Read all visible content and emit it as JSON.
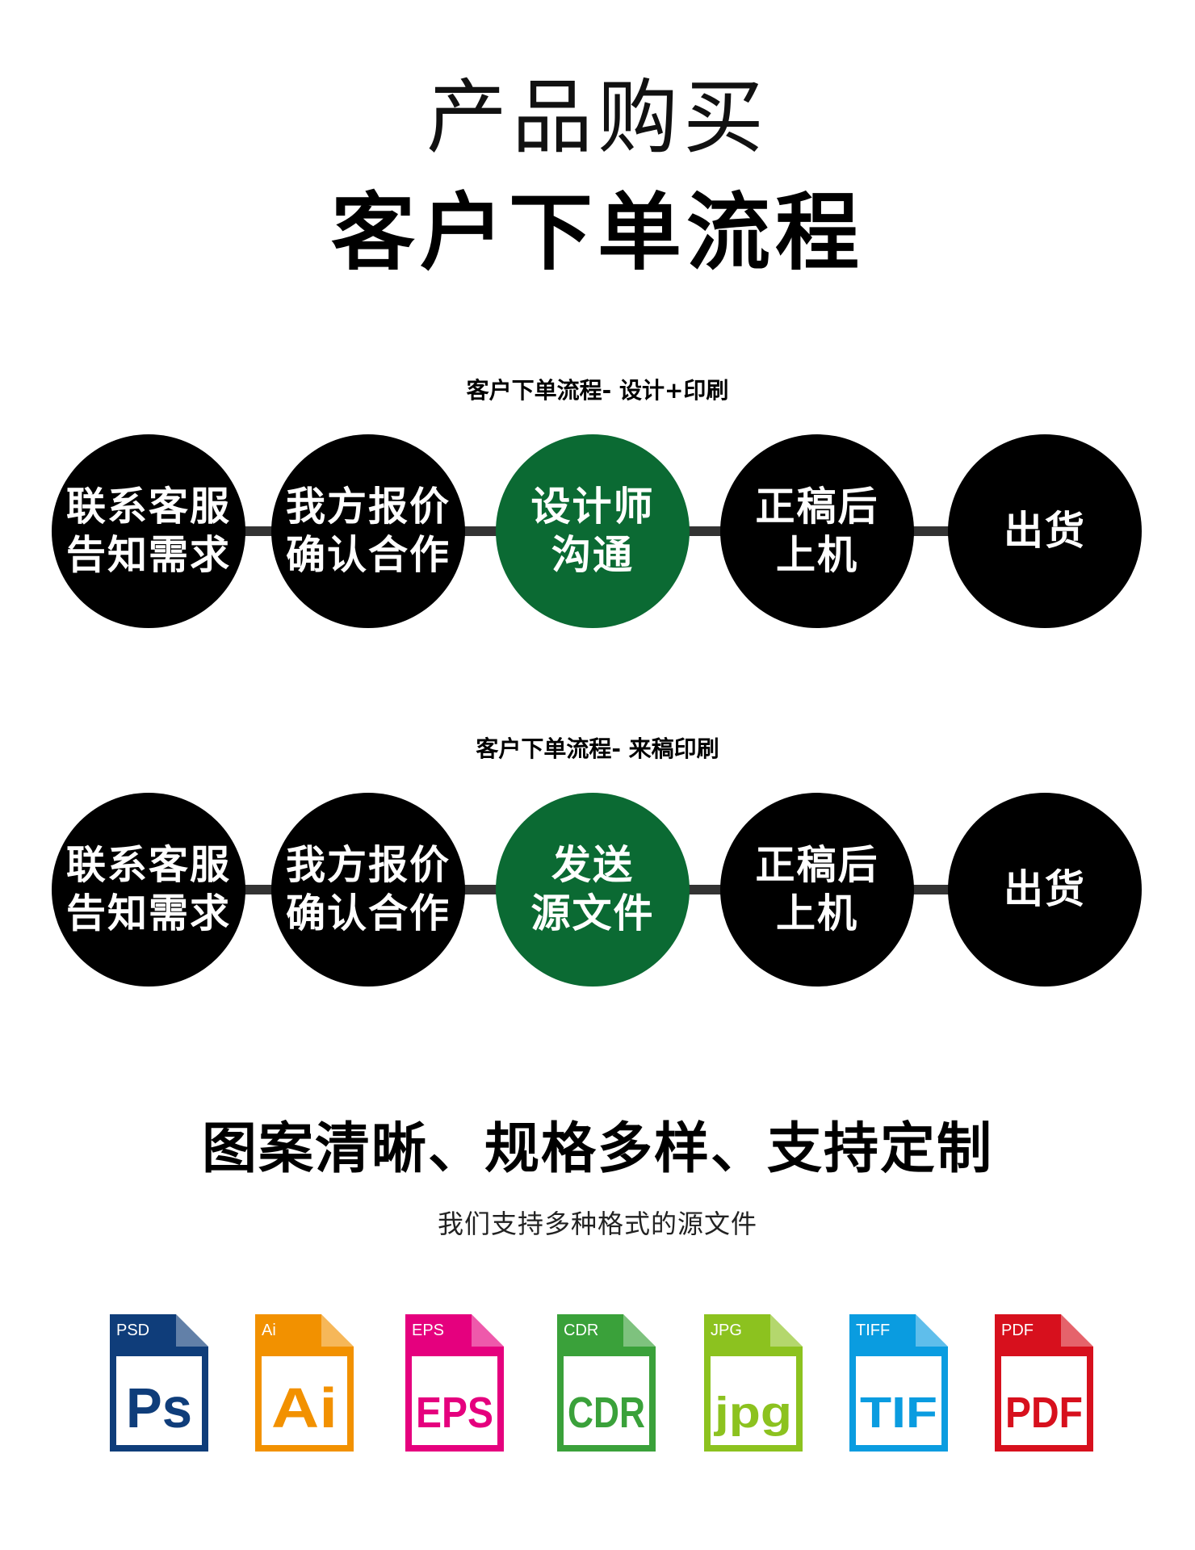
{
  "header": {
    "title_line1": "产品购买",
    "title_line2": "客户下单流程"
  },
  "flow1": {
    "caption": "客户下单流程- 设计+印刷",
    "steps": [
      {
        "line1": "联系客服",
        "line2": "告知需求"
      },
      {
        "line1": "我方报价",
        "line2": "确认合作"
      },
      {
        "line1": "设计师",
        "line2": "沟通"
      },
      {
        "line1": "正稿后",
        "line2": "上机"
      },
      {
        "line1": "出货",
        "line2": ""
      }
    ]
  },
  "flow2": {
    "caption": "客户下单流程- 来稿印刷",
    "steps": [
      {
        "line1": "联系客服",
        "line2": "告知需求"
      },
      {
        "line1": "我方报价",
        "line2": "确认合作"
      },
      {
        "line1": "发送",
        "line2": "源文件"
      },
      {
        "line1": "正稿后",
        "line2": "上机"
      },
      {
        "line1": "出货",
        "line2": ""
      }
    ]
  },
  "features": {
    "headline": "图案清晰、规格多样、支持定制",
    "subline": "我们支持多种格式的源文件"
  },
  "file_formats": [
    {
      "tag": "PSD",
      "big": "Ps",
      "color": "#0f3d7a"
    },
    {
      "tag": "Ai",
      "big": "Ai",
      "color": "#f29100"
    },
    {
      "tag": "EPS",
      "big": "EPS",
      "color": "#e5007e"
    },
    {
      "tag": "CDR",
      "big": "CDR",
      "color": "#3aa13a"
    },
    {
      "tag": "JPG",
      "big": "jpg",
      "color": "#8cc21f"
    },
    {
      "tag": "TIFF",
      "big": "TIF",
      "color": "#0a9ce0"
    },
    {
      "tag": "PDF",
      "big": "PDF",
      "color": "#d7101d"
    }
  ],
  "colors": {
    "circle": "#000000",
    "circle_active": "#0b6a33",
    "connector": "#333333"
  }
}
